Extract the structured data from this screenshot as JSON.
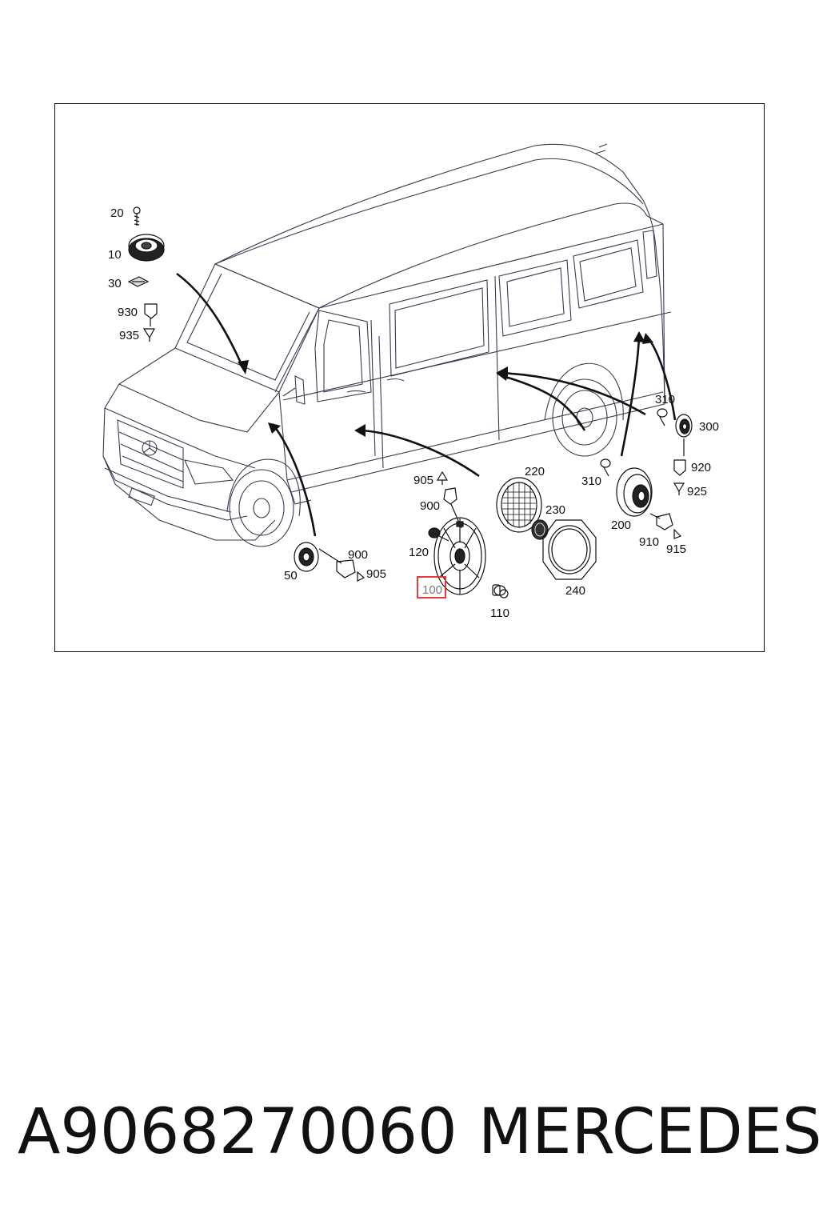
{
  "diagram": {
    "labels": {
      "p20": "20",
      "p10": "10",
      "p30": "30",
      "p930": "930",
      "p935": "935",
      "p50": "50",
      "p900a": "900",
      "p905a": "905",
      "p905b": "905",
      "p900b": "900",
      "p120": "120",
      "p100": "100",
      "p110": "110",
      "p220": "220",
      "p230": "230",
      "p240": "240",
      "p310a": "310",
      "p200": "200",
      "p910": "910",
      "p915": "915",
      "p310b": "310",
      "p300": "300",
      "p920": "920",
      "p925": "925"
    },
    "highlight_color": "#e8262a"
  },
  "caption": {
    "part_number": "A9068270060",
    "brand": "MERCEDES"
  }
}
